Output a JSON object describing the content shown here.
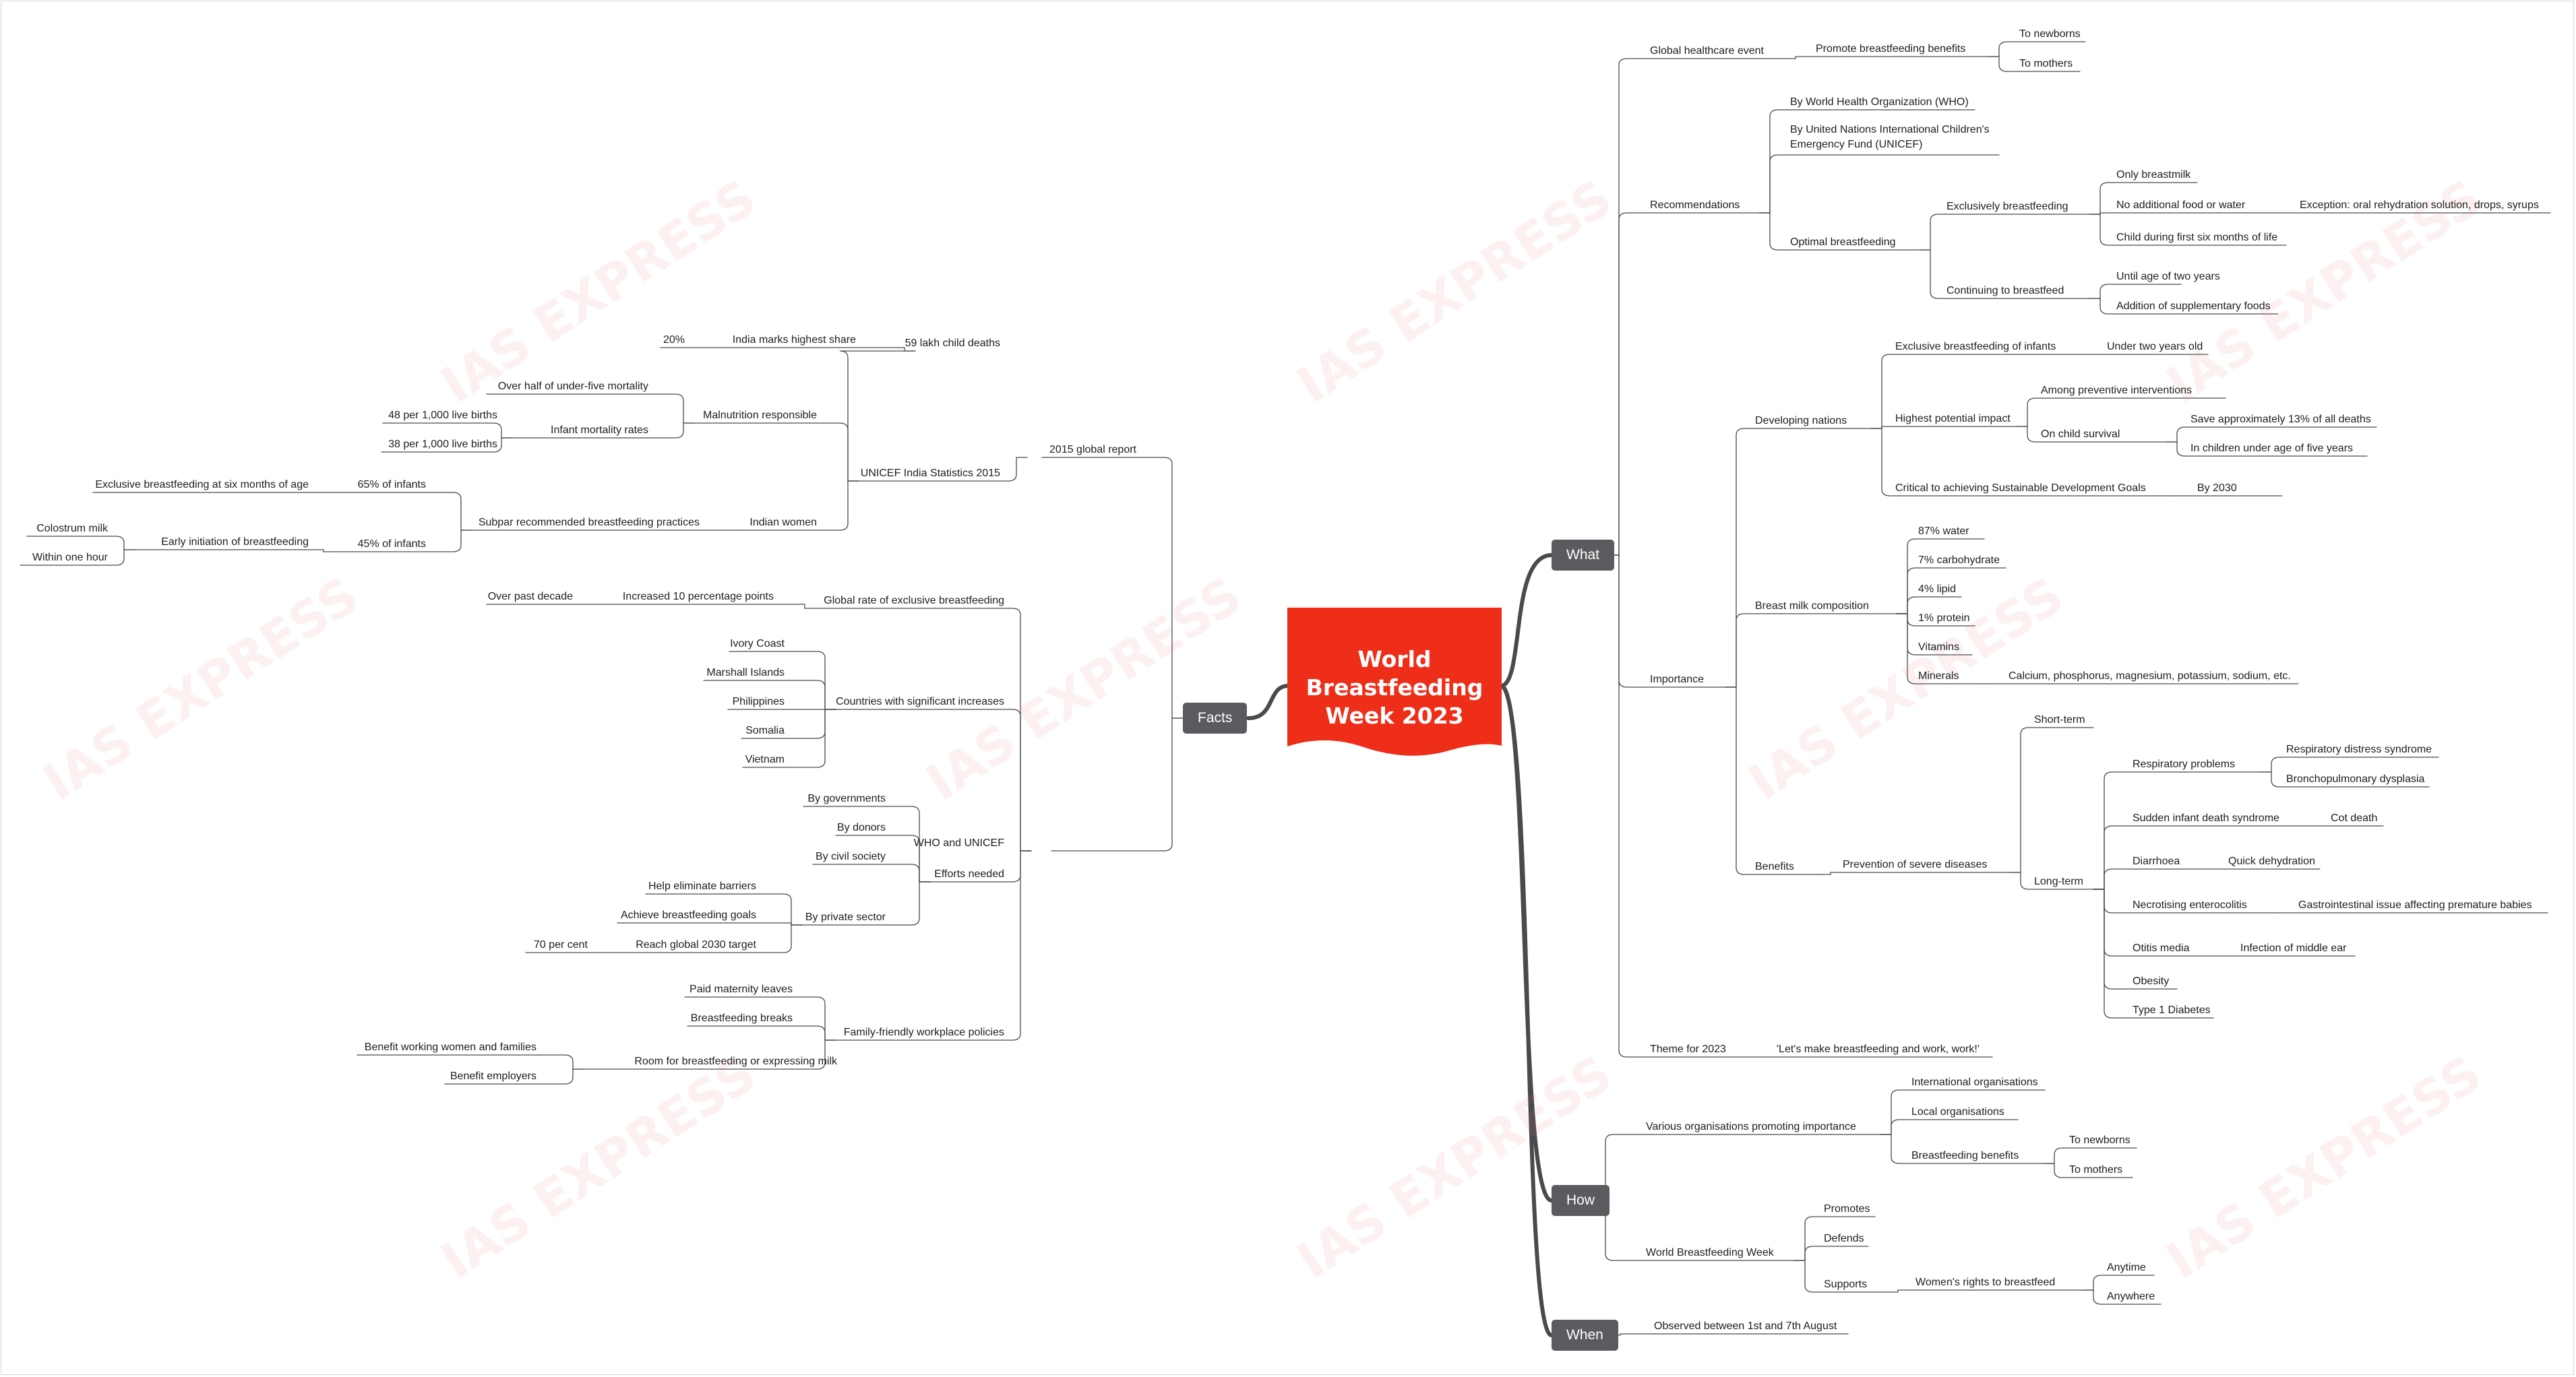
{
  "watermark": "IAS EXPRESS",
  "center": {
    "title": "World\nBreastfeeding\nWeek 2023",
    "color": "#ee2e18"
  },
  "branches": {
    "what": "What",
    "how": "How",
    "when": "When",
    "facts": "Facts"
  },
  "what": {
    "global_event": "Global healthcare event",
    "promote": "Promote breastfeeding benefits",
    "to_newborns": "To newborns",
    "to_mothers": "To mothers",
    "recommendations": "Recommendations",
    "by_who": "By World Health Organization (WHO)",
    "by_unicef": "By United Nations International Children's Emergency Fund (UNICEF)",
    "optimal": "Optimal breastfeeding",
    "exclusively": "Exclusively breastfeeding",
    "only_milk": "Only breastmilk",
    "no_food": "No additional food or water",
    "exception": "Exception: oral rehydration solution, drops, syrups",
    "six_months": "Child during first six months of life",
    "continuing": "Continuing to breastfeed",
    "two_years": "Until age of two years",
    "supplementary": "Addition of supplementary foods",
    "importance": "Importance",
    "developing": "Developing nations",
    "excl_infants": "Exclusive breastfeeding of infants",
    "under_two": "Under two years old",
    "highest_impact": "Highest potential impact",
    "among_preventive": "Among preventive interventions",
    "child_survival": "On child survival",
    "save_13": "Save approximately 13% of all deaths",
    "under_five": "In children under age of five years",
    "sdg": "Critical to achieving Sustainable Development Goals",
    "by_2030": "By 2030",
    "composition": "Breast milk composition",
    "water": "87% water",
    "carb": "7% carbohydrate",
    "lipid": "4% lipid",
    "protein": "1% protein",
    "vitamins": "Vitamins",
    "minerals": "Minerals",
    "minerals_list": "Calcium, phosphorus, magnesium, potassium, sodium, etc.",
    "benefits": "Benefits",
    "prevention": "Prevention of severe diseases",
    "short_term": "Short-term",
    "long_term": "Long-term",
    "respiratory": "Respiratory problems",
    "rds": "Respiratory distress syndrome",
    "bpd": "Bronchopulmonary dysplasia",
    "sids": "Sudden infant death syndrome",
    "cot_death": "Cot death",
    "diarrhoea": "Diarrhoea",
    "quick_dehydration": "Quick dehydration",
    "nec": "Necrotising enterocolitis",
    "gi_issue": "Gastrointestinal issue affecting premature babies",
    "otitis": "Otitis media",
    "middle_ear": "Infection of middle ear",
    "obesity": "Obesity",
    "diabetes": "Type 1 Diabetes",
    "theme_label": "Theme for 2023",
    "theme_value": "'Let's make breastfeeding and work, work!'"
  },
  "how": {
    "various_orgs": "Various organisations promoting importance",
    "international": "International organisations",
    "local": "Local organisations",
    "bf_benefits": "Breastfeeding benefits",
    "to_newborns": "To newborns",
    "to_mothers": "To mothers",
    "wbw": "World Breastfeeding Week",
    "promotes": "Promotes",
    "defends": "Defends",
    "supports": "Supports",
    "womens_rights": "Women's rights to breastfeed",
    "anytime": "Anytime",
    "anywhere": "Anywhere"
  },
  "when": {
    "observed": "Observed between 1st and 7th August"
  },
  "facts": {
    "global_report": "2015 global report",
    "unicef_india": "UNICEF India Statistics 2015",
    "child_deaths": "59 lakh child deaths",
    "india_share": "India marks highest share",
    "twenty_pct": "20%",
    "malnutrition": "Malnutrition responsible",
    "over_half": "Over half of under-five mortality",
    "imr": "Infant mortality rates",
    "imr_48": "48 per 1,000 live births",
    "imr_38": "38 per 1,000 live births",
    "indian_women": "Indian women",
    "subpar": "Subpar recommended breastfeeding practices",
    "pct_65": "65% of infants",
    "excl_six": "Exclusive breastfeeding at six months of age",
    "pct_45": "45% of infants",
    "early_init": "Early initiation of breastfeeding",
    "colostrum": "Colostrum milk",
    "one_hour": "Within one hour",
    "who_unicef": "WHO and UNICEF",
    "global_rate": "Global rate of exclusive breastfeeding",
    "increased_10": "Increased 10 percentage points",
    "past_decade": "Over past decade",
    "countries": "Countries with significant increases",
    "ivory_coast": "Ivory Coast",
    "marshall": "Marshall Islands",
    "philippines": "Philippines",
    "somalia": "Somalia",
    "vietnam": "Vietnam",
    "efforts": "Efforts needed",
    "by_governments": "By governments",
    "by_donors": "By donors",
    "by_civil": "By civil society",
    "by_private": "By private sector",
    "help_eliminate": "Help eliminate barriers",
    "achieve_goals": "Achieve breastfeeding goals",
    "reach_target": "Reach global 2030 target",
    "seventy_pct": "70 per cent",
    "workplace": "Family-friendly workplace policies",
    "paid_leaves": "Paid maternity leaves",
    "bf_breaks": "Breastfeeding breaks",
    "room": "Room for breastfeeding or expressing milk",
    "benefit_women": "Benefit working women and families",
    "benefit_employers": "Benefit employers"
  }
}
